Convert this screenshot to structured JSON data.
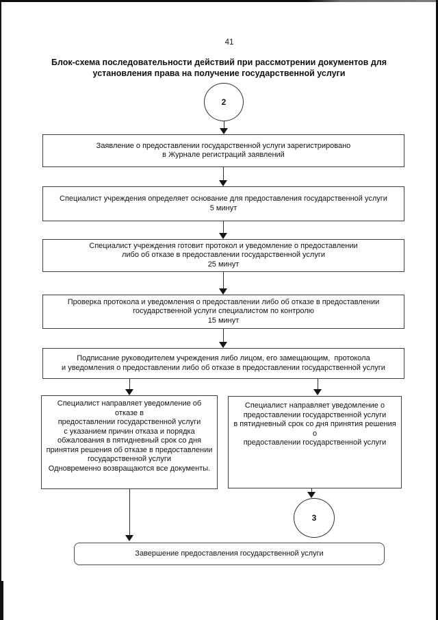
{
  "page_number": "41",
  "title": "Блок-схема последовательности действий при рассмотрении документов для\nустановления права на получение государственной услуги",
  "connectors": {
    "start_label": "2",
    "end_label": "3"
  },
  "flow": {
    "registered": "Заявление о предоставлении государственной услуги зарегистрировано\nв Журнале регистраций заявлений",
    "determine_basis": "Специалист учреждения определяет основание для предоставления государственной услуги\n5 минут",
    "prepare_protocol": "Специалист учреждения готовит протокол и уведомление о предоставлении\nлибо об отказе в предоставлении государственной услуги\n25 минут",
    "control_check": "Проверка протокола и уведомления о предоставлении либо об отказе в предоставлении\nгосударственной услуги специалистом по контролю\n15 минут",
    "signing": "Подписание руководителем учреждения либо лицом, его замещающим,  протокола\nи уведомления о предоставлении либо об отказе в предоставлении государственной услуги",
    "refusal_notice": "Специалист направляет уведомление об отказе в\nпредоставлении государственной услуги\nс указанием причин отказа и порядка\nобжалования в пятидневный срок со дня\nпринятия решения об отказе в предоставлении\nгосударственной услуги\nОдновременно возвращаются все документы.",
    "grant_notice": "Специалист направляет уведомление о\nпредоставлении государственной услуги\nв пятидневный срок со дня принятия решения о\nпредоставлении государственной услуги",
    "completion": "Завершение предоставления государственной услуги"
  },
  "colors": {
    "ink": "#111111",
    "box_border": "#3d3d3d",
    "background": "#ffffff"
  }
}
